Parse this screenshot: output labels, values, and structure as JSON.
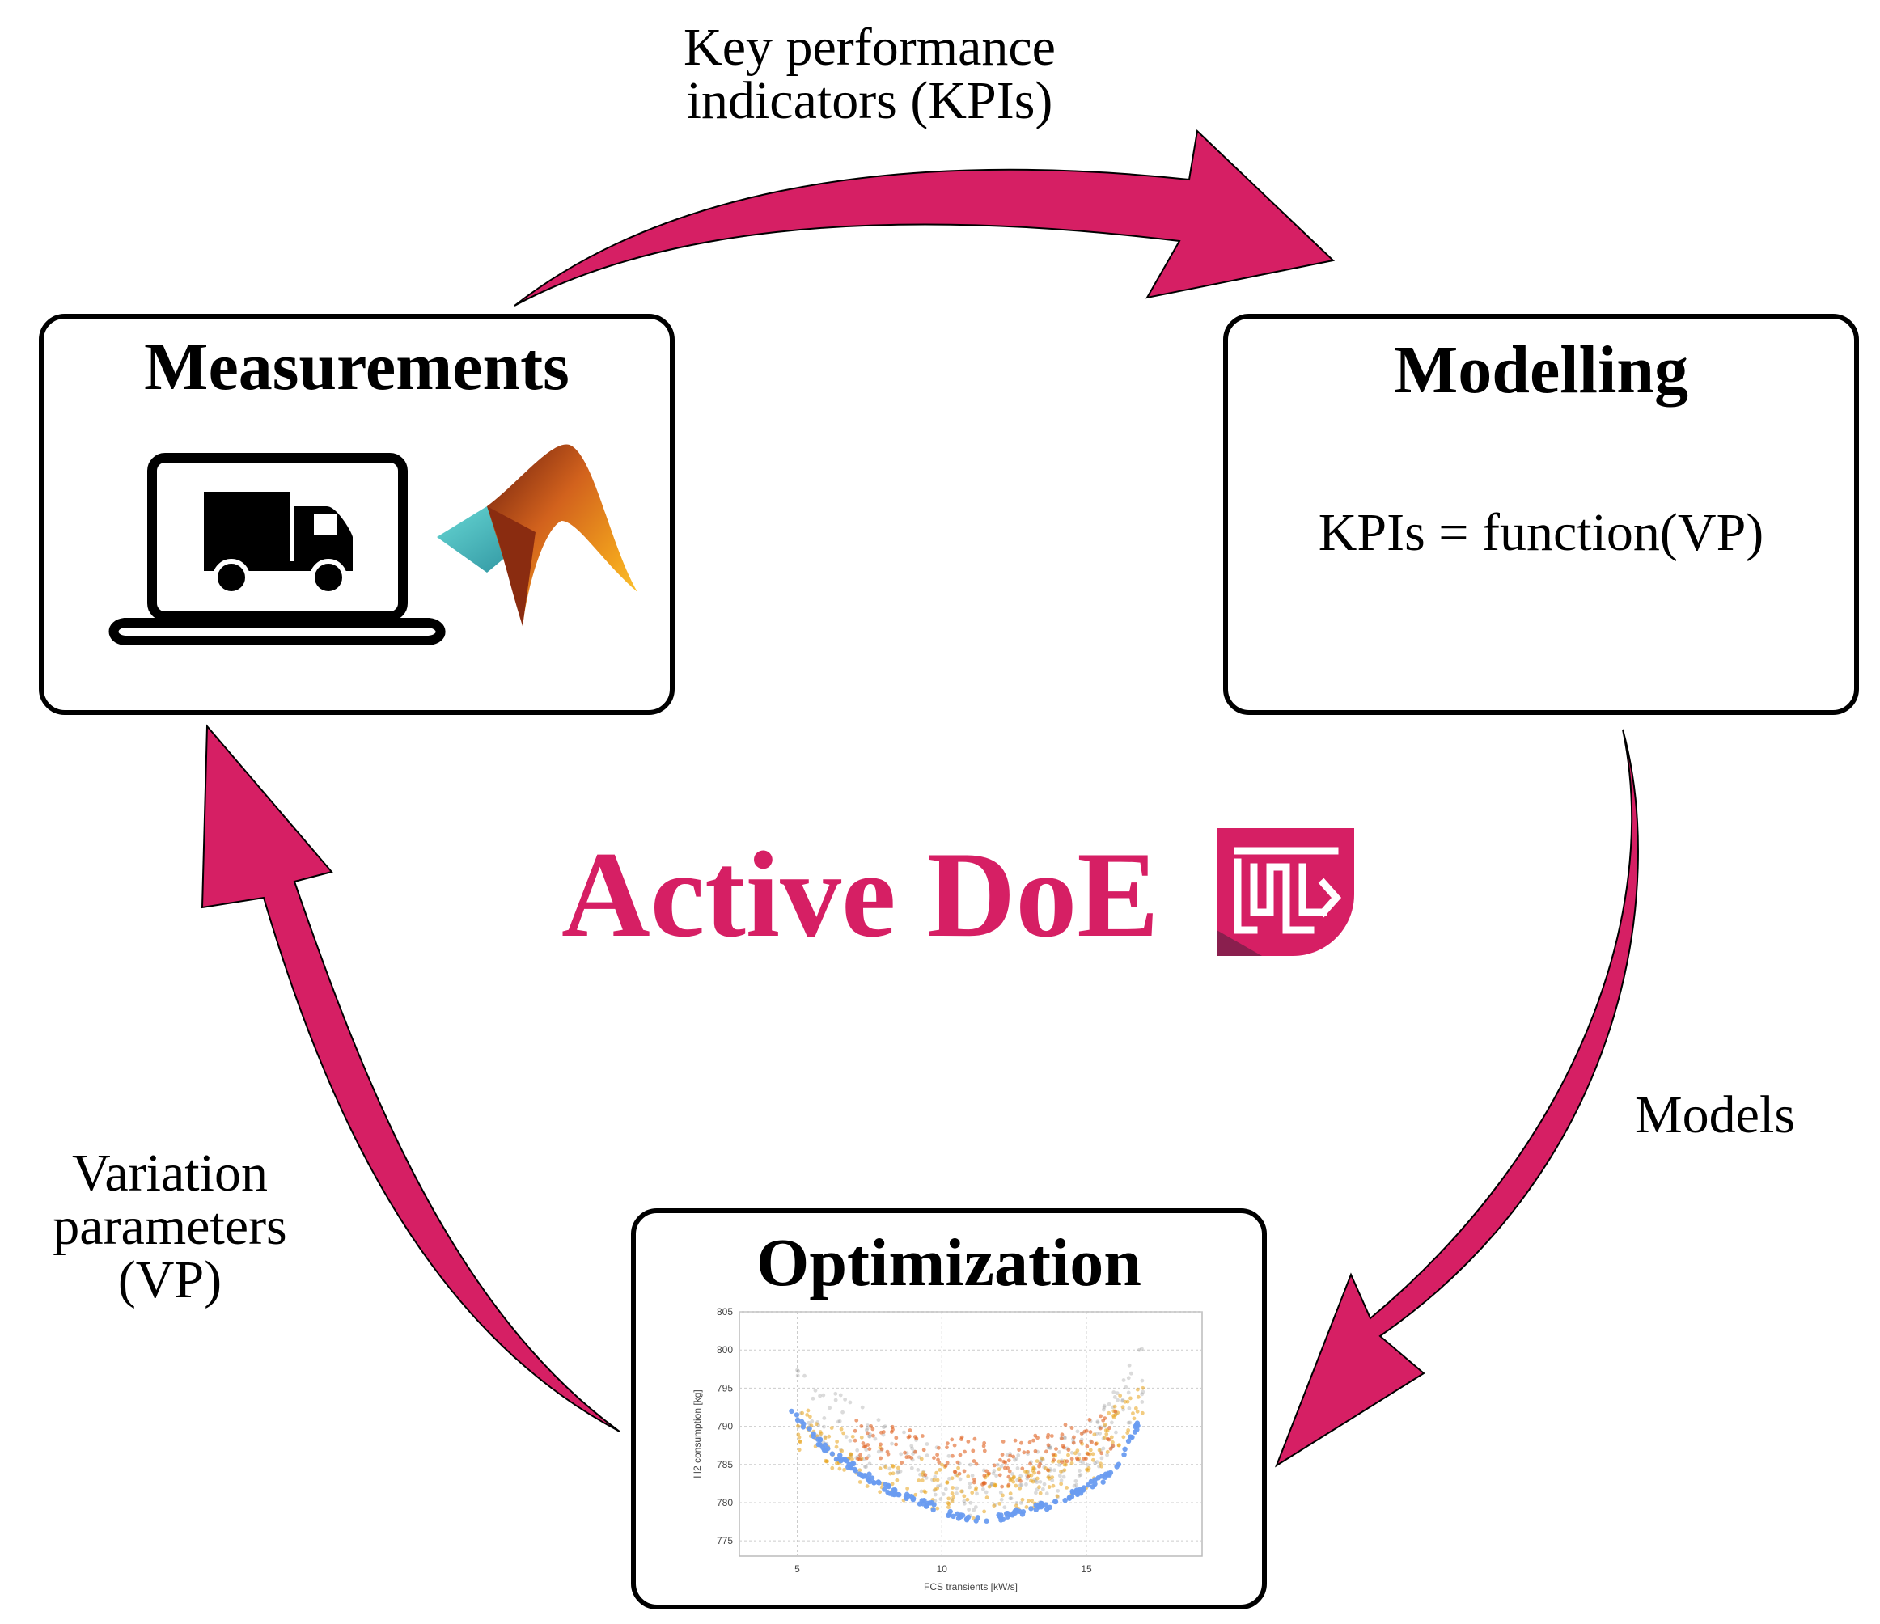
{
  "kpi_label": {
    "line1": "Key performance",
    "line2": "indicators (KPIs)"
  },
  "models_label": "Models",
  "vp_label": {
    "line1": "Variation",
    "line2": "parameters",
    "line3": "(VP)"
  },
  "center_title": "Active DoE",
  "boxes": {
    "measurements": {
      "title": "Measurements"
    },
    "modelling": {
      "title": "Modelling",
      "formula": "KPIs = function(VP)"
    },
    "optimization": {
      "title": "Optimization"
    }
  },
  "colors": {
    "accent": "#d61f64",
    "arrow": "#d61f64",
    "border": "#000000",
    "logo_dark": "#8a1f4e"
  },
  "icons": [
    "laptop-icon",
    "truck-icon",
    "matlab-logo-icon",
    "active-doe-logo-icon"
  ],
  "chart_data": {
    "type": "scatter",
    "xlabel": "FCS transients [kW/s]",
    "ylabel": "H2 consumption [kg]",
    "xticks": [
      "5",
      "10",
      "15"
    ],
    "yticks": [
      "775",
      "780",
      "785",
      "790",
      "795",
      "800",
      "805"
    ],
    "xlim": [
      3,
      19
    ],
    "ylim": [
      773,
      805
    ],
    "grid": true,
    "series": [
      {
        "color": "#999999",
        "trend": [
          [
            5,
            794
          ],
          [
            8,
            787
          ],
          [
            11,
            782
          ],
          [
            13,
            783
          ],
          [
            15,
            786
          ],
          [
            17,
            797
          ]
        ]
      },
      {
        "color": "#e8a21a",
        "trend": [
          [
            5,
            790
          ],
          [
            8,
            784
          ],
          [
            11,
            781
          ],
          [
            13,
            782
          ],
          [
            15,
            785
          ],
          [
            17,
            795
          ]
        ]
      },
      {
        "color": "#e06020",
        "trend": [
          [
            7,
            788
          ],
          [
            10,
            786
          ],
          [
            12,
            785
          ],
          [
            14,
            787
          ],
          [
            16,
            789
          ]
        ]
      },
      {
        "color": "#6a9cf0",
        "trend": [
          [
            4.8,
            792
          ],
          [
            6,
            787
          ],
          [
            8,
            782
          ],
          [
            10,
            779
          ],
          [
            11,
            777.5
          ],
          [
            12,
            778
          ],
          [
            14,
            780
          ],
          [
            16,
            784
          ],
          [
            17,
            792
          ]
        ]
      }
    ]
  }
}
